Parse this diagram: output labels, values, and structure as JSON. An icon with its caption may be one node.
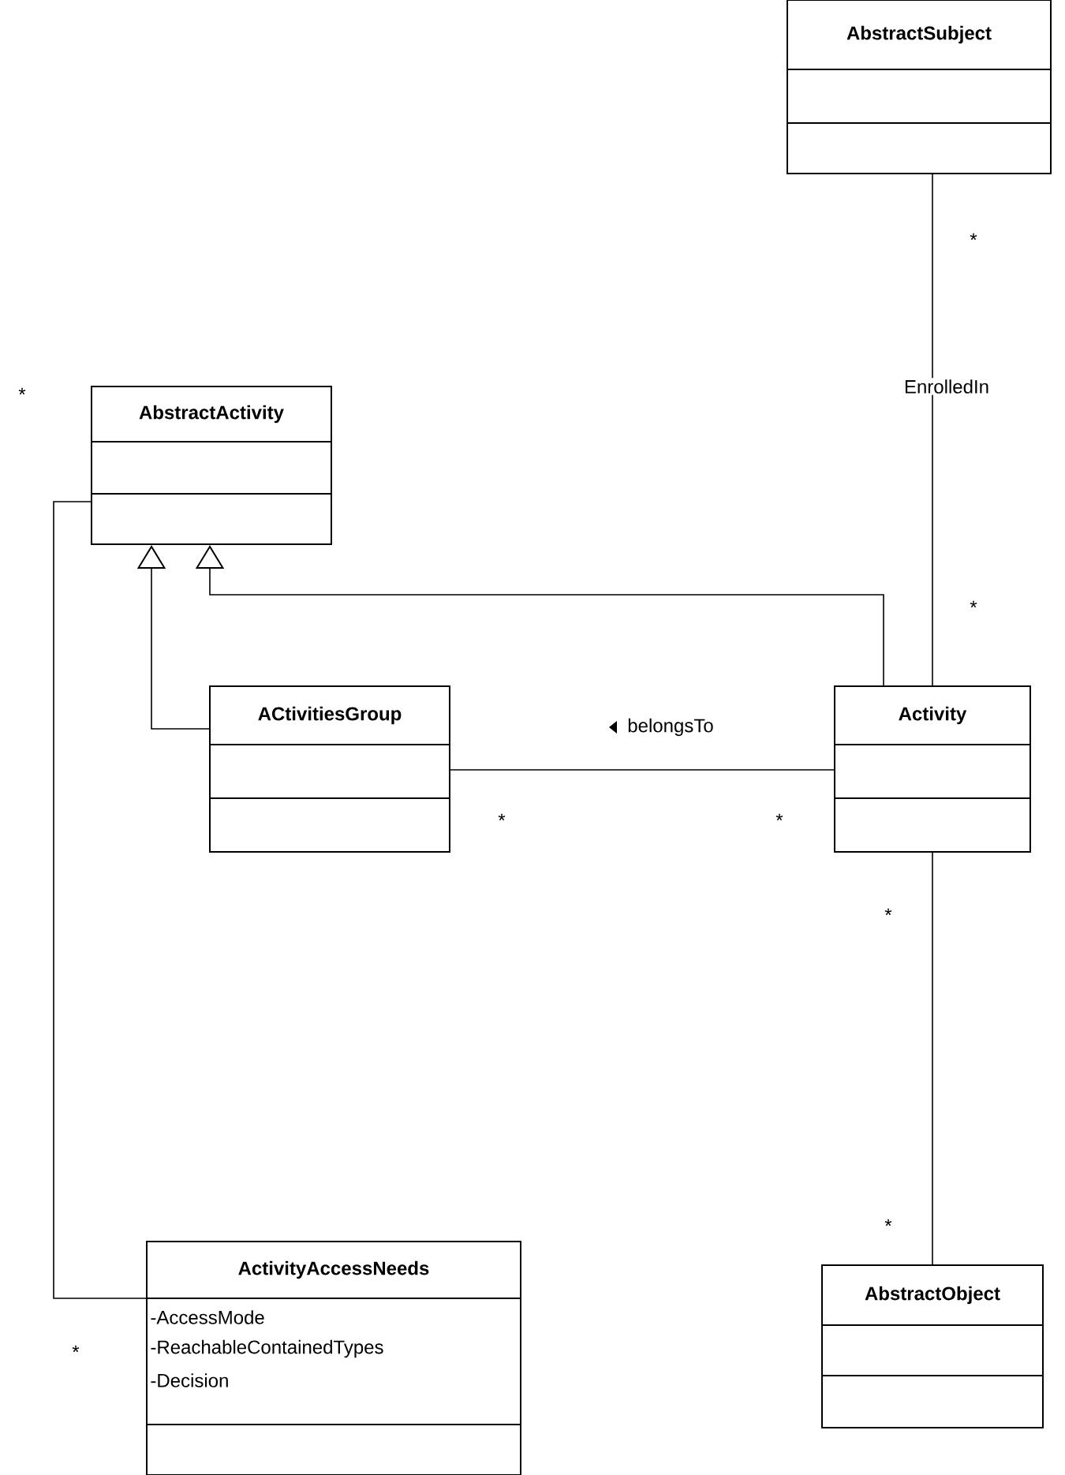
{
  "diagram": {
    "nodes": [
      {
        "text": [
          "AbstractSubject"
        ]
      },
      {
        "text": [
          "AbstractActivity"
        ]
      },
      {
        "text": [
          "ACtivitiesGroup"
        ]
      },
      {
        "text": [
          "Activity"
        ]
      },
      {
        "text": [
          "ActivityAccessNeeds",
          "-AccessMode",
          "-ReachableContainedTypes",
          "-Decision"
        ]
      },
      {
        "text": [
          "AbstractObject"
        ]
      }
    ],
    "edges": [
      {
        "from": 0,
        "to": 3,
        "arrow": "none",
        "label": "EnrolledIn"
      },
      {
        "from": 3,
        "to": 1,
        "arrow": "to"
      },
      {
        "from": 2,
        "to": 1,
        "arrow": "to"
      },
      {
        "from": 2,
        "to": 3,
        "arrow": "none",
        "label": "belongsTo"
      },
      {
        "from": 1,
        "to": 4,
        "arrow": "none"
      },
      {
        "from": 3,
        "to": 5,
        "arrow": "none"
      }
    ],
    "labels": [
      "*",
      "*",
      "*",
      "*",
      "*",
      "*",
      "*",
      "*"
    ]
  }
}
